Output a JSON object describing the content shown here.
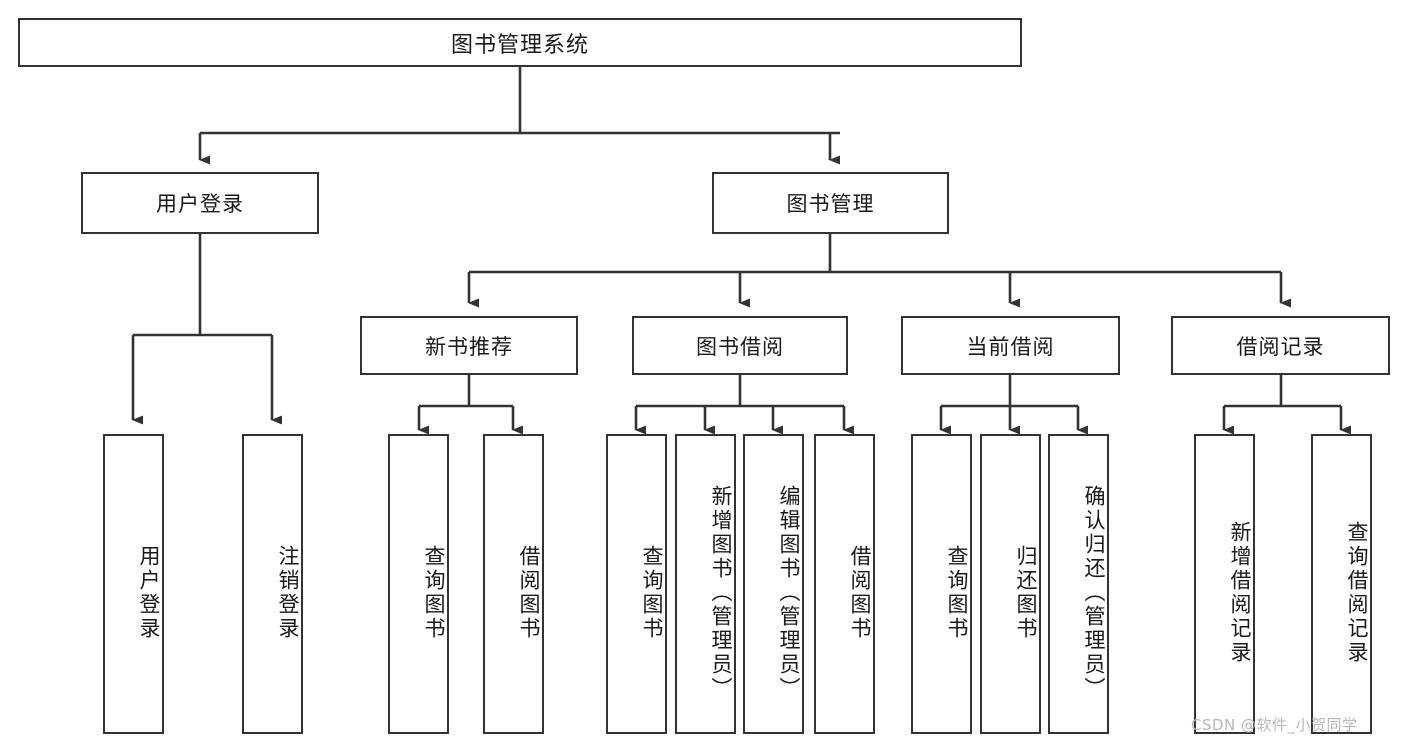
{
  "diagram": {
    "type": "hierarchy-tree",
    "title": "图书管理系统",
    "root": {
      "label": "图书管理系统"
    },
    "level1": [
      {
        "label": "用户登录"
      },
      {
        "label": "图书管理"
      }
    ],
    "level2": [
      {
        "label": "新书推荐"
      },
      {
        "label": "图书借阅"
      },
      {
        "label": "当前借阅"
      },
      {
        "label": "借阅记录"
      }
    ],
    "leaves": {
      "user_login": [
        {
          "label": "用户登录"
        },
        {
          "label": "注销登录"
        }
      ],
      "new_book_recommend": [
        {
          "label": "查询图书"
        },
        {
          "label": "借阅图书"
        }
      ],
      "book_borrow": [
        {
          "label": "查询图书"
        },
        {
          "label": "新增图书（管理员）"
        },
        {
          "label": "编辑图书（管理员）"
        },
        {
          "label": "借阅图书"
        }
      ],
      "current_borrow": [
        {
          "label": "查询图书"
        },
        {
          "label": "归还图书"
        },
        {
          "label": "确认归还（管理员）"
        }
      ],
      "borrow_record": [
        {
          "label": "新增借阅记录"
        },
        {
          "label": "查询借阅记录"
        }
      ]
    }
  },
  "watermark": {
    "text": "CSDN @软件_小贺同学"
  },
  "colors": {
    "stroke": "#333333",
    "background": "#ffffff",
    "text": "#1a1a1a",
    "watermark": "#b8b8b8"
  }
}
